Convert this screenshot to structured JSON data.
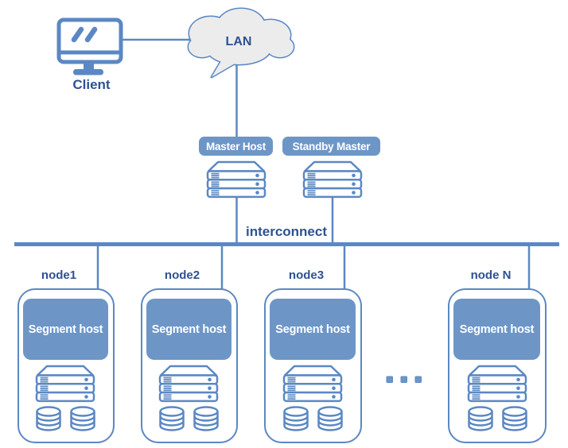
{
  "diagram": {
    "client_label": "Client",
    "lan_label": "LAN",
    "master_badge": "Master Host",
    "standby_badge": "Standby Master",
    "interconnect_label": "interconnect",
    "ellipsis": "...",
    "nodes": [
      {
        "label": "node1",
        "segment_label": "Segment host"
      },
      {
        "label": "node2",
        "segment_label": "Segment host"
      },
      {
        "label": "node3",
        "segment_label": "Segment host"
      },
      {
        "label": "node N",
        "segment_label": "Segment host"
      }
    ],
    "colors": {
      "stroke_blue": "#5b88c4",
      "fill_blue": "#6d96c7",
      "text_blue": "#2e5193",
      "cloud_fill": "#ececec",
      "background": "#ffffff"
    }
  }
}
